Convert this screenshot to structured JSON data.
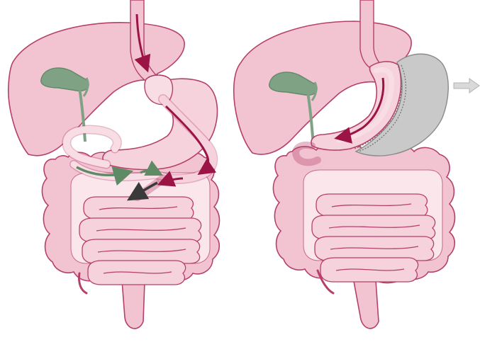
{
  "figure": {
    "panels": [
      {
        "id": "left",
        "organs": [
          "esophagus",
          "liver",
          "gallbladder",
          "stomach-pouch",
          "bypassed-stomach",
          "roux-limb",
          "biliopancreatic-limb",
          "common-channel",
          "small-intestine",
          "colon"
        ],
        "flows": [
          "food",
          "bile",
          "mixed"
        ]
      },
      {
        "id": "right",
        "organs": [
          "esophagus",
          "liver",
          "gallbladder",
          "sleeve-stomach",
          "resected-stomach",
          "duodenum",
          "small-intestine",
          "colon"
        ],
        "flows": [
          "food",
          "removal"
        ]
      }
    ]
  },
  "colors": {
    "organ_fill": "#f2c4d1",
    "organ_light": "#f9dde5",
    "outline": "#b5406b",
    "food_arrow": "#9c1446",
    "bile_arrow": "#5e8a66",
    "gallbladder": "#7fa285",
    "mixed_arrow": "#3a3a3a",
    "resected": "#c9c9c9",
    "removal_arrow": "#c4c4c4"
  }
}
